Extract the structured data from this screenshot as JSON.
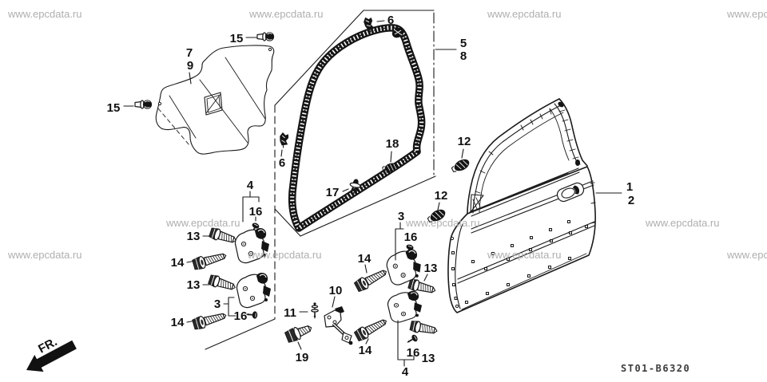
{
  "page": {
    "background": "#ffffff",
    "line_color": "#1a1a1a"
  },
  "watermark": {
    "text": "www.epcdata.ru",
    "color": "#a6a6a6"
  },
  "footer": {
    "part_code": "ST01-B6320"
  },
  "orientation": {
    "fr_label": "FR."
  },
  "callouts": [
    {
      "id": "15-top",
      "n": "15"
    },
    {
      "id": "7",
      "n": "7"
    },
    {
      "id": "9",
      "n": "9"
    },
    {
      "id": "15-left",
      "n": "15"
    },
    {
      "id": "6-top",
      "n": "6"
    },
    {
      "id": "5",
      "n": "5"
    },
    {
      "id": "8",
      "n": "8"
    },
    {
      "id": "6-mid",
      "n": "6"
    },
    {
      "id": "18",
      "n": "18"
    },
    {
      "id": "12-upper",
      "n": "12"
    },
    {
      "id": "17",
      "n": "17"
    },
    {
      "id": "12-lower",
      "n": "12"
    },
    {
      "id": "1",
      "n": "1"
    },
    {
      "id": "2",
      "n": "2"
    },
    {
      "id": "4-left",
      "n": "4"
    },
    {
      "id": "16-left-top",
      "n": "16"
    },
    {
      "id": "13-left-1",
      "n": "13"
    },
    {
      "id": "14-left-1",
      "n": "14"
    },
    {
      "id": "13-left-2",
      "n": "13"
    },
    {
      "id": "3-left",
      "n": "3"
    },
    {
      "id": "16-left-bottom",
      "n": "16"
    },
    {
      "id": "14-left-2",
      "n": "14"
    },
    {
      "id": "3-right",
      "n": "3"
    },
    {
      "id": "16-right-1",
      "n": "16"
    },
    {
      "id": "13-right-1",
      "n": "13"
    },
    {
      "id": "11",
      "n": "11"
    },
    {
      "id": "10",
      "n": "10"
    },
    {
      "id": "19",
      "n": "19"
    },
    {
      "id": "14-right-1",
      "n": "14"
    },
    {
      "id": "14-right-2",
      "n": "14"
    },
    {
      "id": "16-right-2",
      "n": "16"
    },
    {
      "id": "13-right-2",
      "n": "13"
    },
    {
      "id": "4-right",
      "n": "4"
    }
  ]
}
